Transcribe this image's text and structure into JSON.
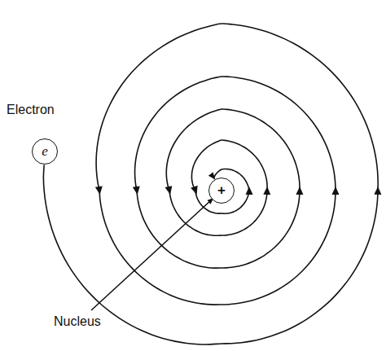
{
  "diagram": {
    "nodes": [
      {
        "text": [
          "e"
        ]
      },
      {
        "text": [
          "+"
        ]
      }
    ],
    "edges": [
      {
        "from": 0,
        "to": 1,
        "arrow": "to"
      }
    ],
    "labels": [
      "Electron",
      "Nucleus"
    ]
  }
}
